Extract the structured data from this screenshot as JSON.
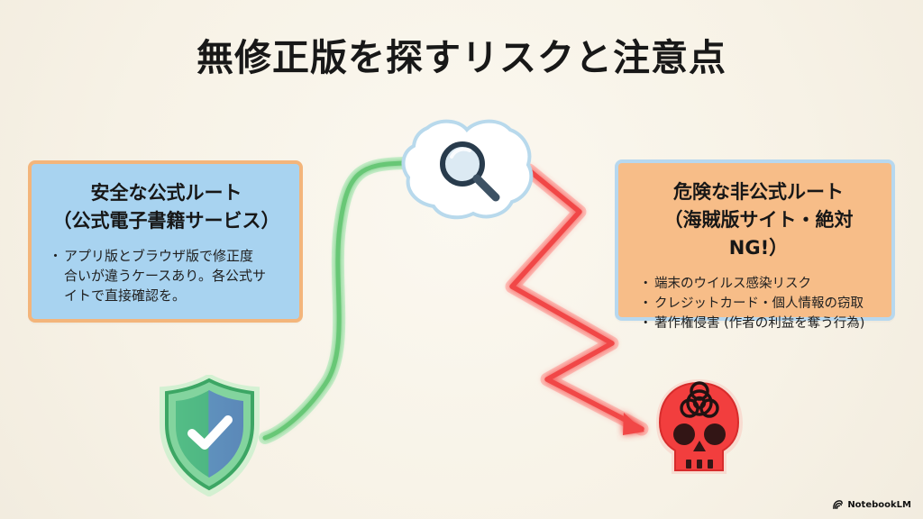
{
  "title": "無修正版を探すリスクと注意点",
  "safe_route": {
    "title_line1": "安全な公式ルート",
    "title_line2": "（公式電子書籍サービス）",
    "bullet_lines": [
      "アプリ版とブラウザ版で修正度",
      "合いが違うケースあり。各公式サ",
      "イトで直接確認を。"
    ]
  },
  "danger_route": {
    "title_line1": "危険な非公式ルート",
    "title_line2": "（海賊版サイト・絶対NG!）",
    "bullets": [
      "端末のウイルス感染リスク",
      "クレジットカード・個人情報の窃取",
      "著作権侵害 (作者の利益を奪う行為)"
    ]
  },
  "icons": {
    "search": "magnifying-glass-icon",
    "shield": "shield-check-icon",
    "hazard": "biohazard-skull-icon",
    "brand": "notebooklm-logo-icon"
  },
  "colors": {
    "safe_path": "#68c776",
    "danger_path": "#f14646",
    "safe_card": "#a8d3f0",
    "danger_card": "#f7bd88",
    "safe_border": "#f3b57b",
    "danger_border": "#b7d8ef"
  },
  "brand": {
    "label": "NotebookLM"
  }
}
